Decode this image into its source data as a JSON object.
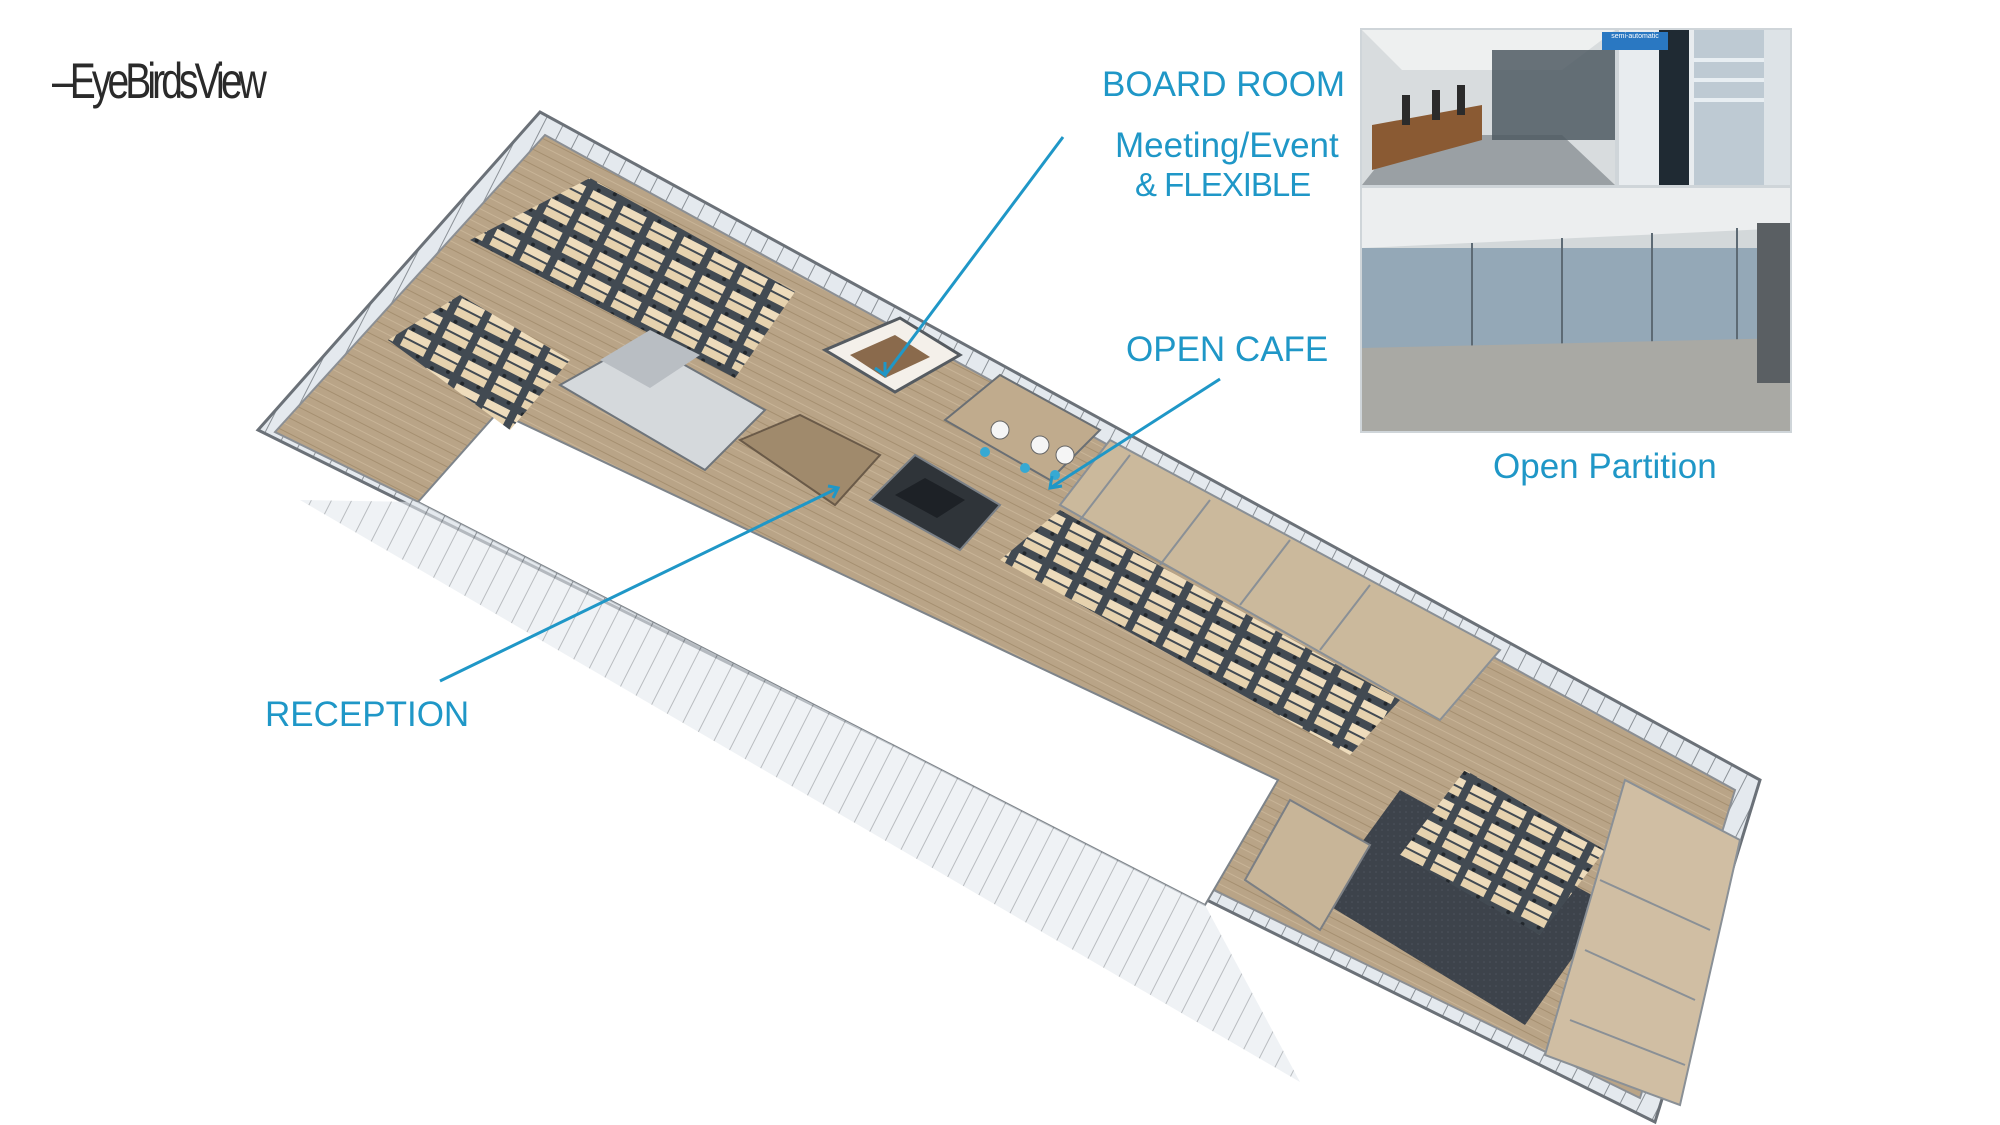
{
  "title": "–EyeBirdsView",
  "callouts": {
    "board_room": "BOARD ROOM",
    "meeting_line1": "Meeting/Event",
    "meeting_line2": "& FLEXIBLE",
    "open_cafe": "OPEN CAFE",
    "reception": "RECEPTION",
    "open_partition": "Open Partition"
  },
  "photo_badge": "semi-automatic",
  "colors": {
    "accent": "#1f97c7",
    "floor_wood": "#b7a285",
    "desk": "#ecd9b8",
    "carpet": "#3c424a",
    "wall": "#dadde0"
  }
}
